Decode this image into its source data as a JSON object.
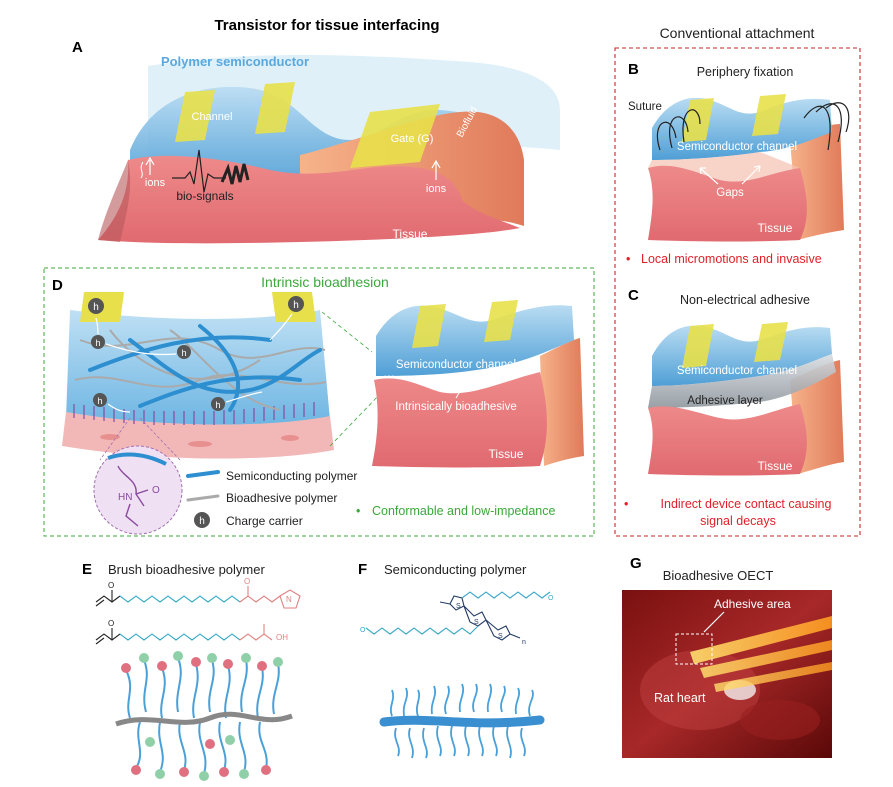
{
  "panel_a": {
    "letter": "A",
    "title": "Transistor for tissue interfacing",
    "polymer_semiconductor": "Polymer semiconductor",
    "channel": "Channel",
    "gate": "Gate (G)",
    "biofluid": "Biofluid",
    "ions_left": "ions",
    "ions_right": "ions",
    "bio_signals": "bio-signals",
    "tissue": "Tissue"
  },
  "conventional": {
    "title": "Conventional attachment",
    "panel_b": {
      "letter": "B",
      "title": "Periphery fixation",
      "suture": "Suture",
      "semiconductor_channel": "Semiconductor channel",
      "gaps": "Gaps",
      "tissue": "Tissue",
      "bullet": "•",
      "drawback": "Local micromotions and invasive"
    },
    "panel_c": {
      "letter": "C",
      "title": "Non-electrical adhesive",
      "semiconductor_channel": "Semiconductor channel",
      "adhesive_layer": "Adhesive layer",
      "tissue": "Tissue",
      "bullet": "•",
      "drawback_line1": "Indirect device contact causing",
      "drawback_line2": "signal decays"
    }
  },
  "panel_d": {
    "letter": "D",
    "title": "Intrinsic bioadhesion",
    "carrier_symbol": "h",
    "semiconductor_channel": "Semiconductor channel",
    "intrinsically_bioadhesive": "Intrinsically bioadhesive",
    "tissue": "Tissue",
    "chem_label": "HN",
    "chem_o": "O",
    "legend": {
      "semiconducting_polymer": "Semiconducting polymer",
      "bioadhesive_polymer": "Bioadhesive polymer",
      "charge_carrier": "Charge carrier"
    },
    "bullet": "•",
    "benefit": "Conformable and low-impedance"
  },
  "panel_e": {
    "letter": "E",
    "title": "Brush bioadhesive polymer",
    "atom_o": "O",
    "atom_n": "N",
    "atom_oh": "OH"
  },
  "panel_f": {
    "letter": "F",
    "title": "Semiconducting polymer",
    "atom_s": "S",
    "atom_o": "O",
    "atom_n": "n"
  },
  "panel_g": {
    "letter": "G",
    "title": "Bioadhesive OECT",
    "adhesive_area": "Adhesive area",
    "rat_heart": "Rat heart"
  },
  "colors": {
    "tissue": "#e8767a",
    "tissue_side": "#f0a07a",
    "semiconductor_blue": "#5aaee0",
    "electrode_yellow": "#e8e04a",
    "red_text": "#e0202a",
    "green_text": "#3aa83a",
    "semiconducting_line": "#2e8fd0",
    "bioadhesive_line": "#aaaaaa",
    "carrier_dot": "#555555"
  }
}
